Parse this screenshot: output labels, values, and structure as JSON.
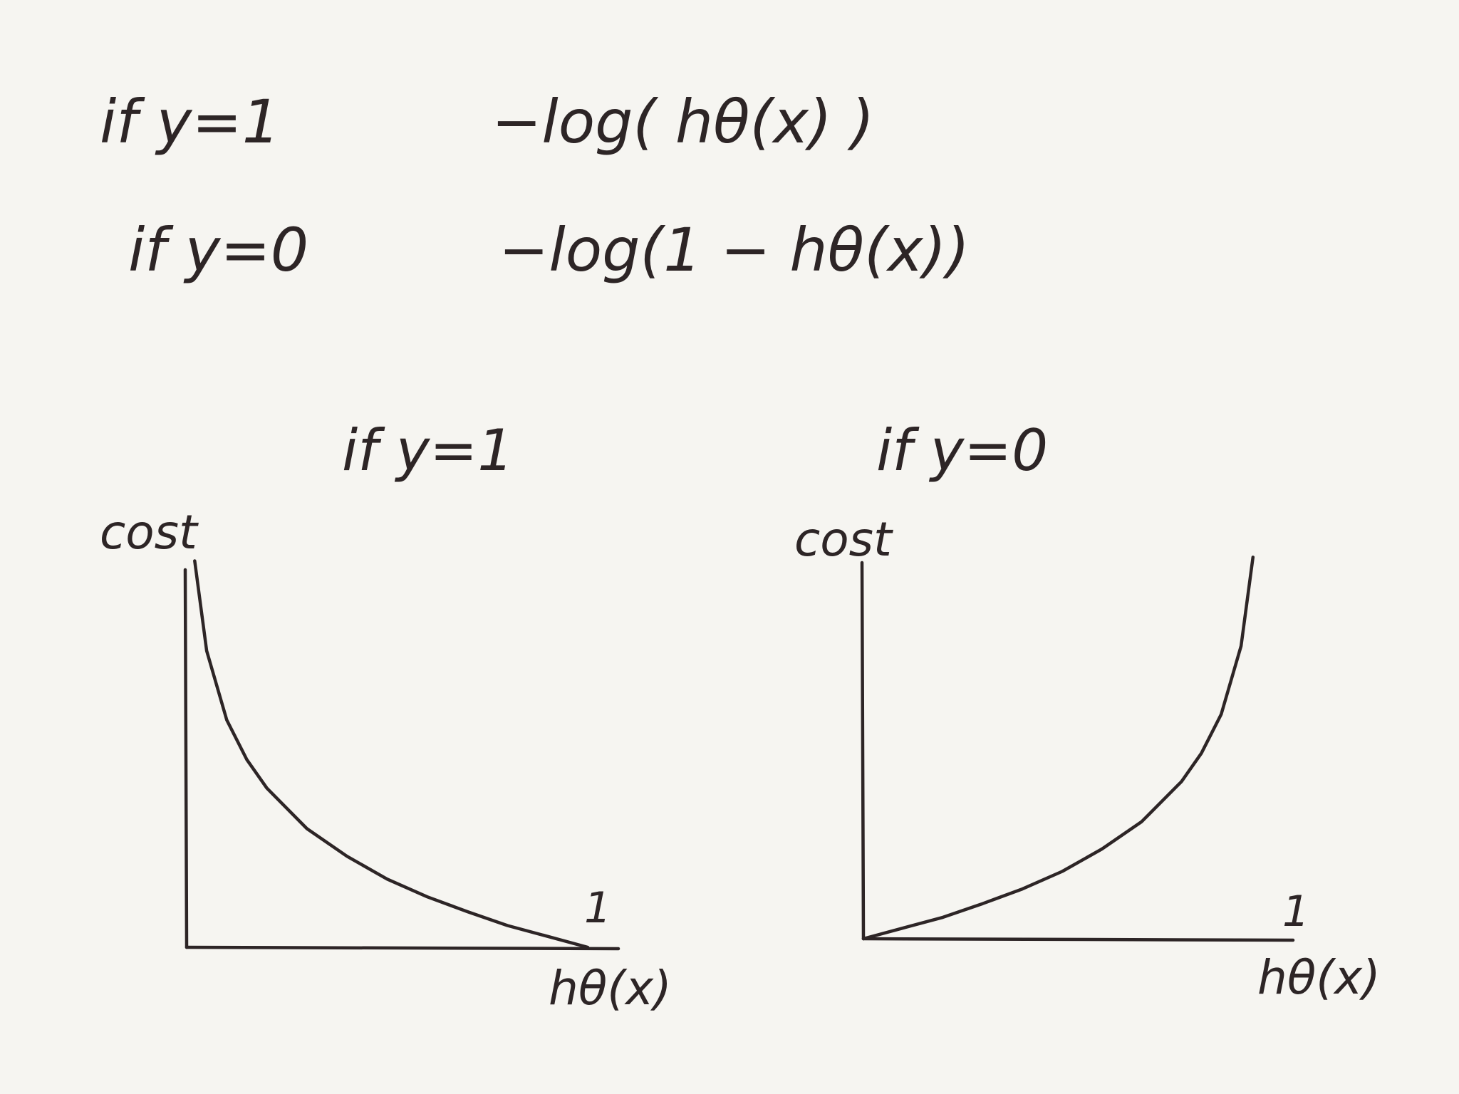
{
  "colors": {
    "background": "#f6f5f1",
    "ink": "#2d2526"
  },
  "formulas": [
    {
      "condition": "if  y=1",
      "expression": "−log( hθ(x) )"
    },
    {
      "condition": "if  y=0",
      "expression": "−log(1 − hθ(x))"
    }
  ],
  "chart_data": [
    {
      "type": "line",
      "title": "if y=1",
      "ylabel": "cost",
      "xlabel": "hθ(x)",
      "x_tick_labels": [
        "1"
      ],
      "xlim": [
        0,
        1.05
      ],
      "ylim": [
        0,
        4
      ],
      "grid": false,
      "series": [
        {
          "x": [
            0.02,
            0.05,
            0.1,
            0.15,
            0.2,
            0.3,
            0.4,
            0.5,
            0.6,
            0.7,
            0.8,
            0.9,
            1.0
          ],
          "y": [
            3.91,
            3.0,
            2.3,
            1.9,
            1.61,
            1.2,
            0.92,
            0.69,
            0.51,
            0.36,
            0.22,
            0.11,
            0.0
          ]
        }
      ]
    },
    {
      "type": "line",
      "title": "if y=0",
      "ylabel": "cost",
      "xlabel": "hθ(x)",
      "x_tick_labels": [
        "1"
      ],
      "xlim": [
        0,
        1.05
      ],
      "ylim": [
        0,
        4
      ],
      "grid": false,
      "series": [
        {
          "x": [
            0.0,
            0.1,
            0.2,
            0.3,
            0.4,
            0.5,
            0.6,
            0.7,
            0.8,
            0.85,
            0.9,
            0.95,
            0.98
          ],
          "y": [
            0.0,
            0.11,
            0.22,
            0.36,
            0.51,
            0.69,
            0.92,
            1.2,
            1.61,
            1.9,
            2.3,
            3.0,
            3.91
          ]
        }
      ]
    }
  ]
}
